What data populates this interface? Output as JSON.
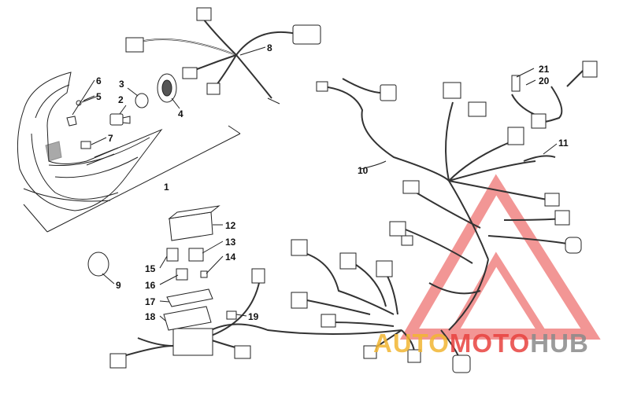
{
  "diagram": {
    "callouts": [
      {
        "id": "callout-1",
        "label": "1"
      },
      {
        "id": "callout-2",
        "label": "2"
      },
      {
        "id": "callout-3",
        "label": "3"
      },
      {
        "id": "callout-4",
        "label": "4"
      },
      {
        "id": "callout-5",
        "label": "5"
      },
      {
        "id": "callout-6",
        "label": "6"
      },
      {
        "id": "callout-7",
        "label": "7"
      },
      {
        "id": "callout-8",
        "label": "8"
      },
      {
        "id": "callout-9",
        "label": "9"
      },
      {
        "id": "callout-10",
        "label": "10"
      },
      {
        "id": "callout-11",
        "label": "11"
      },
      {
        "id": "callout-12",
        "label": "12"
      },
      {
        "id": "callout-13",
        "label": "13"
      },
      {
        "id": "callout-14",
        "label": "14"
      },
      {
        "id": "callout-15",
        "label": "15"
      },
      {
        "id": "callout-16",
        "label": "16"
      },
      {
        "id": "callout-17",
        "label": "17"
      },
      {
        "id": "callout-18",
        "label": "18"
      },
      {
        "id": "callout-19",
        "label": "19"
      },
      {
        "id": "callout-20",
        "label": "20"
      },
      {
        "id": "callout-21",
        "label": "21"
      }
    ]
  },
  "watermark": {
    "part1": "AUTO",
    "part2": "MOTO",
    "part3": "HUB",
    "color_red": "#e8423f",
    "color_gold": "#f2b632",
    "color_gray": "#8a8a8a"
  }
}
